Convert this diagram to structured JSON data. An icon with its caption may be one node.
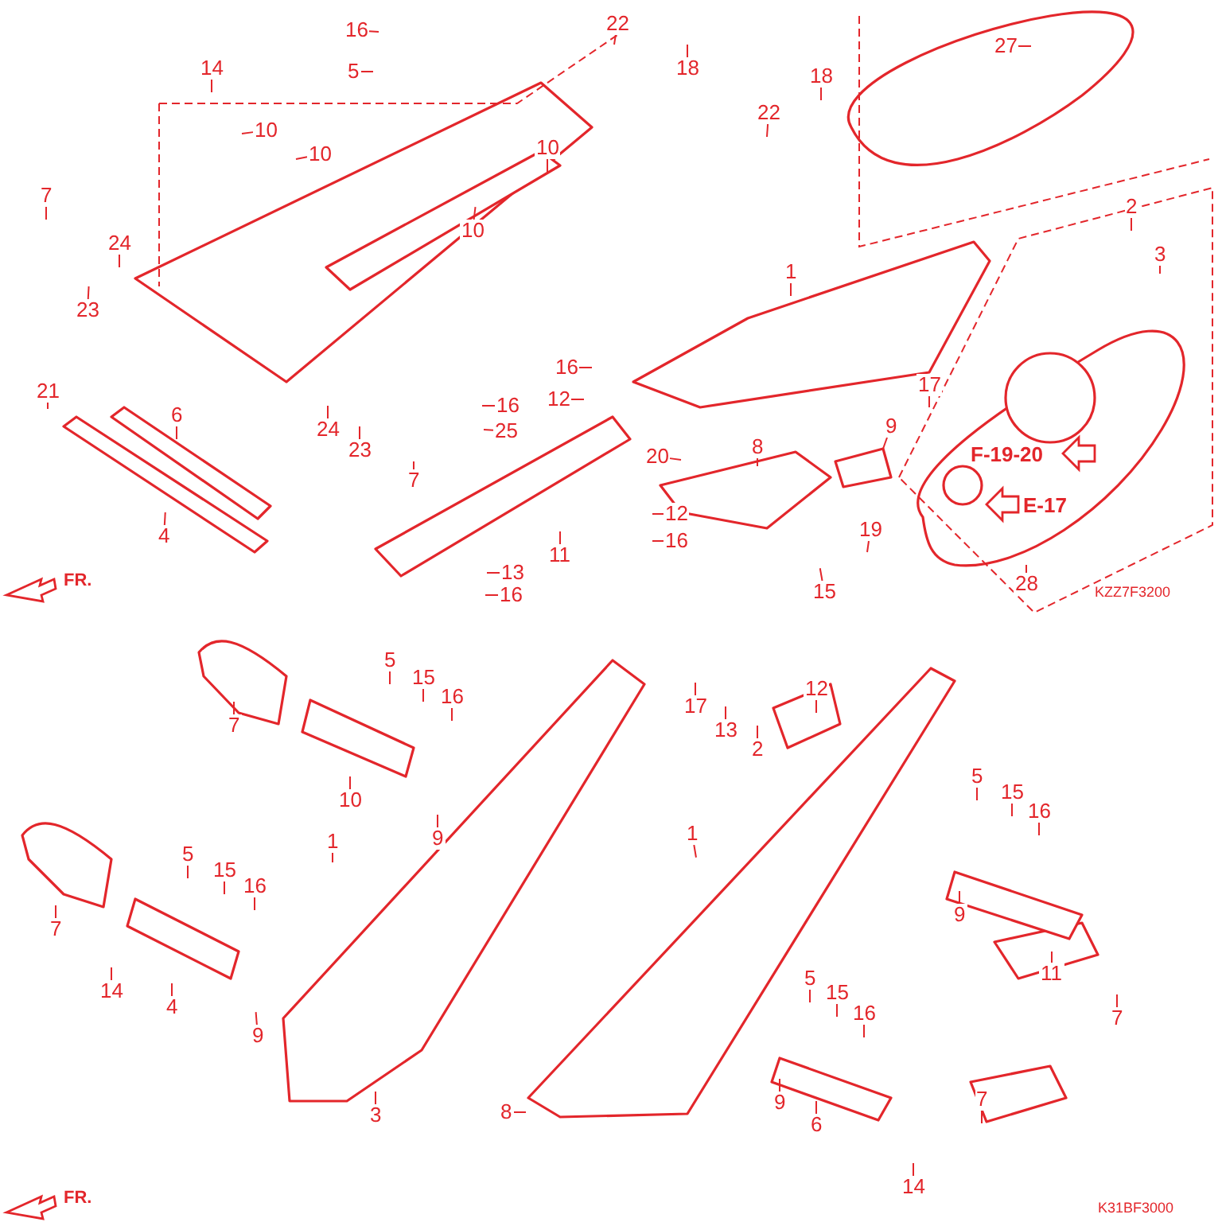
{
  "diagram": {
    "nodes": [
      {
        "text": [
          "14"
        ]
      },
      {
        "text": [
          "16"
        ]
      },
      {
        "text": [
          "5"
        ]
      },
      {
        "text": [
          "10"
        ]
      },
      {
        "text": [
          "10"
        ]
      },
      {
        "text": [
          "10"
        ]
      },
      {
        "text": [
          "10"
        ]
      },
      {
        "text": [
          "7"
        ]
      },
      {
        "text": [
          "24"
        ]
      },
      {
        "text": [
          "23"
        ]
      },
      {
        "text": [
          "21"
        ]
      },
      {
        "text": [
          "6"
        ]
      },
      {
        "text": [
          "4"
        ]
      },
      {
        "text": [
          "24"
        ]
      },
      {
        "text": [
          "23"
        ]
      },
      {
        "text": [
          "7"
        ]
      },
      {
        "text": [
          "16"
        ]
      },
      {
        "text": [
          "12"
        ]
      },
      {
        "text": [
          "16"
        ]
      },
      {
        "text": [
          "25"
        ]
      },
      {
        "text": [
          "13"
        ]
      },
      {
        "text": [
          "16"
        ]
      },
      {
        "text": [
          "11"
        ]
      },
      {
        "text": [
          "22"
        ]
      },
      {
        "text": [
          "18"
        ]
      },
      {
        "text": [
          "18"
        ]
      },
      {
        "text": [
          "22"
        ]
      },
      {
        "text": [
          "27"
        ]
      },
      {
        "text": [
          "1"
        ]
      },
      {
        "text": [
          "17"
        ]
      },
      {
        "text": [
          "12"
        ]
      },
      {
        "text": [
          "16"
        ]
      },
      {
        "text": [
          "20"
        ]
      },
      {
        "text": [
          "8"
        ]
      },
      {
        "text": [
          "9"
        ]
      },
      {
        "text": [
          "19"
        ]
      },
      {
        "text": [
          "15"
        ]
      },
      {
        "text": [
          "2"
        ]
      },
      {
        "text": [
          "3"
        ]
      },
      {
        "text": [
          "28"
        ]
      },
      {
        "text": [
          "7"
        ]
      },
      {
        "text": [
          "5"
        ]
      },
      {
        "text": [
          "15"
        ]
      },
      {
        "text": [
          "16"
        ]
      },
      {
        "text": [
          "10"
        ]
      },
      {
        "text": [
          "9"
        ]
      },
      {
        "text": [
          "7"
        ]
      },
      {
        "text": [
          "5"
        ]
      },
      {
        "text": [
          "15"
        ]
      },
      {
        "text": [
          "16"
        ]
      },
      {
        "text": [
          "1"
        ]
      },
      {
        "text": [
          "14"
        ]
      },
      {
        "text": [
          "4"
        ]
      },
      {
        "text": [
          "9"
        ]
      },
      {
        "text": [
          "3"
        ]
      },
      {
        "text": [
          "8"
        ]
      },
      {
        "text": [
          "17"
        ]
      },
      {
        "text": [
          "13"
        ]
      },
      {
        "text": [
          "2"
        ]
      },
      {
        "text": [
          "12"
        ]
      },
      {
        "text": [
          "1"
        ]
      },
      {
        "text": [
          "5"
        ]
      },
      {
        "text": [
          "15"
        ]
      },
      {
        "text": [
          "16"
        ]
      },
      {
        "text": [
          "9"
        ]
      },
      {
        "text": [
          "11"
        ]
      },
      {
        "text": [
          "7"
        ]
      },
      {
        "text": [
          "5"
        ]
      },
      {
        "text": [
          "15"
        ]
      },
      {
        "text": [
          "16"
        ]
      },
      {
        "text": [
          "9"
        ]
      },
      {
        "text": [
          "6"
        ]
      },
      {
        "text": [
          "7"
        ]
      },
      {
        "text": [
          "14"
        ]
      }
    ],
    "edges": [
      {
        "from": 0,
        "to": null,
        "arrow": "none"
      },
      {
        "from": 1,
        "to": null,
        "arrow": "none"
      },
      {
        "from": 2,
        "to": null,
        "arrow": "none"
      },
      {
        "from": 3,
        "to": null,
        "arrow": "none"
      },
      {
        "from": 4,
        "to": null,
        "arrow": "none"
      },
      {
        "from": 5,
        "to": null,
        "arrow": "none"
      },
      {
        "from": 6,
        "to": null,
        "arrow": "none"
      },
      {
        "from": 7,
        "to": null,
        "arrow": "none"
      },
      {
        "from": 8,
        "to": null,
        "arrow": "none"
      },
      {
        "from": 9,
        "to": null,
        "arrow": "none"
      },
      {
        "from": 10,
        "to": null,
        "arrow": "none"
      },
      {
        "from": 11,
        "to": null,
        "arrow": "none"
      },
      {
        "from": 12,
        "to": null,
        "arrow": "none"
      },
      {
        "from": 13,
        "to": null,
        "arrow": "none"
      },
      {
        "from": 14,
        "to": null,
        "arrow": "none"
      },
      {
        "from": 15,
        "to": null,
        "arrow": "none"
      },
      {
        "from": 16,
        "to": null,
        "arrow": "none"
      },
      {
        "from": 17,
        "to": null,
        "arrow": "none"
      },
      {
        "from": 18,
        "to": null,
        "arrow": "none"
      },
      {
        "from": 19,
        "to": null,
        "arrow": "none"
      },
      {
        "from": 20,
        "to": null,
        "arrow": "none"
      },
      {
        "from": 21,
        "to": null,
        "arrow": "none"
      },
      {
        "from": 22,
        "to": null,
        "arrow": "none"
      },
      {
        "from": 23,
        "to": null,
        "arrow": "none"
      },
      {
        "from": 24,
        "to": null,
        "arrow": "none"
      },
      {
        "from": 25,
        "to": null,
        "arrow": "none"
      },
      {
        "from": 26,
        "to": null,
        "arrow": "none"
      },
      {
        "from": 27,
        "to": null,
        "arrow": "none"
      },
      {
        "from": 28,
        "to": null,
        "arrow": "none"
      },
      {
        "from": 29,
        "to": null,
        "arrow": "none"
      },
      {
        "from": 30,
        "to": null,
        "arrow": "none"
      },
      {
        "from": 31,
        "to": null,
        "arrow": "none"
      },
      {
        "from": 32,
        "to": null,
        "arrow": "none"
      },
      {
        "from": 33,
        "to": null,
        "arrow": "none"
      },
      {
        "from": 34,
        "to": null,
        "arrow": "none"
      },
      {
        "from": 35,
        "to": null,
        "arrow": "none"
      },
      {
        "from": 36,
        "to": null,
        "arrow": "none"
      },
      {
        "from": 37,
        "to": null,
        "arrow": "none"
      },
      {
        "from": 38,
        "to": null,
        "arrow": "none"
      },
      {
        "from": 39,
        "to": null,
        "arrow": "none"
      },
      {
        "from": 40,
        "to": null,
        "arrow": "none"
      },
      {
        "from": 41,
        "to": null,
        "arrow": "none"
      },
      {
        "from": 42,
        "to": null,
        "arrow": "none"
      },
      {
        "from": 43,
        "to": null,
        "arrow": "none"
      },
      {
        "from": 44,
        "to": null,
        "arrow": "none"
      },
      {
        "from": 45,
        "to": null,
        "arrow": "none"
      },
      {
        "from": 46,
        "to": null,
        "arrow": "none"
      },
      {
        "from": 47,
        "to": null,
        "arrow": "none"
      },
      {
        "from": 48,
        "to": null,
        "arrow": "none"
      },
      {
        "from": 49,
        "to": null,
        "arrow": "none"
      },
      {
        "from": 50,
        "to": null,
        "arrow": "none"
      },
      {
        "from": 51,
        "to": null,
        "arrow": "none"
      },
      {
        "from": 52,
        "to": null,
        "arrow": "none"
      },
      {
        "from": 53,
        "to": null,
        "arrow": "none"
      },
      {
        "from": 54,
        "to": null,
        "arrow": "none"
      },
      {
        "from": 55,
        "to": null,
        "arrow": "none"
      },
      {
        "from": 56,
        "to": null,
        "arrow": "none"
      },
      {
        "from": 57,
        "to": null,
        "arrow": "none"
      },
      {
        "from": 58,
        "to": null,
        "arrow": "none"
      },
      {
        "from": 59,
        "to": null,
        "arrow": "none"
      },
      {
        "from": 60,
        "to": null,
        "arrow": "none"
      },
      {
        "from": 61,
        "to": null,
        "arrow": "none"
      },
      {
        "from": 62,
        "to": null,
        "arrow": "none"
      },
      {
        "from": 63,
        "to": null,
        "arrow": "none"
      },
      {
        "from": 64,
        "to": null,
        "arrow": "none"
      },
      {
        "from": 65,
        "to": null,
        "arrow": "none"
      },
      {
        "from": 66,
        "to": null,
        "arrow": "none"
      },
      {
        "from": 67,
        "to": null,
        "arrow": "none"
      },
      {
        "from": 68,
        "to": null,
        "arrow": "none"
      },
      {
        "from": 69,
        "to": null,
        "arrow": "none"
      },
      {
        "from": 70,
        "to": null,
        "arrow": "none"
      },
      {
        "from": 71,
        "to": null,
        "arrow": "none"
      },
      {
        "from": 72,
        "to": null,
        "arrow": "none"
      },
      {
        "from": 73,
        "to": null,
        "arrow": "none"
      }
    ],
    "labels": [
      "FR.",
      "F-19-20",
      "E-17",
      "KZZ7F3200",
      "FR.",
      "K31BF3000"
    ]
  }
}
